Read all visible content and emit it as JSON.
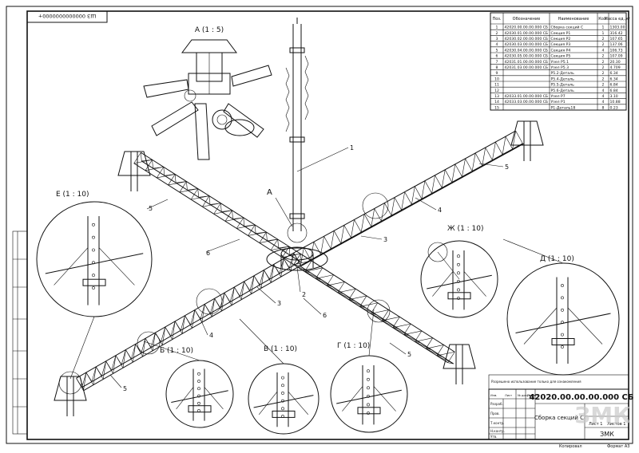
{
  "sheet_code": "ШЗ 0000000000000+",
  "spec": {
    "headers": [
      "Поз.",
      "Обозначение",
      "Наименование",
      "Кол.",
      "Масса ед.,кг"
    ],
    "rows": [
      [
        "1",
        "42020.00.00.00.000 СБ",
        "Сборка секций С",
        "1",
        "1303.00"
      ],
      [
        "2",
        "42030.01.00.00.000 СБ",
        "Секция Р1",
        "1",
        "316.42"
      ],
      [
        "3",
        "42030.02.00.00.000 СБ",
        "Секция Р2",
        "2",
        "107.65"
      ],
      [
        "4",
        "42030.03.00.00.000 СБ",
        "Секция Р3",
        "2",
        "137.06"
      ],
      [
        "5",
        "42030.04.00.00.000 СБ",
        "Секция Р4",
        "4",
        "106.73"
      ],
      [
        "6",
        "42030.05.00.00.000 СБ",
        "Секция Р5",
        "2",
        "107.09"
      ],
      [
        "7",
        "42031.01.00.00.000 СБ",
        "Узел Р5.1",
        "2",
        "20.30"
      ],
      [
        "8",
        "42031.03.00.00.000 СБ",
        "Узел Р5.3",
        "2",
        "4.709"
      ],
      [
        "9",
        "",
        "Р5.2-Деталь",
        "2",
        "6.34"
      ],
      [
        "10",
        "",
        "Р5.4-Деталь",
        "2",
        "6.34"
      ],
      [
        "11",
        "",
        "Р5.5-Деталь",
        "2",
        "6.84"
      ],
      [
        "12",
        "",
        "Р5.6-Деталь",
        "4",
        "6.84"
      ],
      [
        "13",
        "42033.01.00.00.000 СБ",
        "Узел Р7",
        "4",
        "3.10"
      ],
      [
        "14",
        "42033.03.00.00.000 СБ",
        "Узел Р1",
        "4",
        "10.88"
      ],
      [
        "15",
        "",
        "Р1-Деталь18",
        "8",
        "0.23"
      ]
    ]
  },
  "callouts": {
    "A": "А (1 : 5)",
    "A_mark": "А",
    "E": "Е (1 : 10)",
    "Zh": "Ж (1 : 10)",
    "D": "Д (1 : 10)",
    "B": "Б (1 : 10)",
    "V": "В (1 : 10)",
    "G": "Г (1 : 10)"
  },
  "positions": [
    "1",
    "2",
    "3",
    "3",
    "4",
    "4",
    "5",
    "5",
    "5",
    "5",
    "6",
    "6"
  ],
  "title_block": {
    "designation": "42020.00.00.00.000 СБ",
    "name": "Сборка секций С",
    "company": "ЗМК",
    "watermark": "ЗМК",
    "sheet": "Лист 1",
    "sheets": "Листов 1",
    "copied": "Копировал",
    "format": "Формат А3",
    "left_labels": [
      "Изм.",
      "Лист",
      "№ докум.",
      "Подп.",
      "Дата",
      "Разраб.",
      "Пров.",
      "Т.контр.",
      "Н.контр.",
      "Утв."
    ],
    "note": "Разрешено использование только для ознакомления"
  }
}
